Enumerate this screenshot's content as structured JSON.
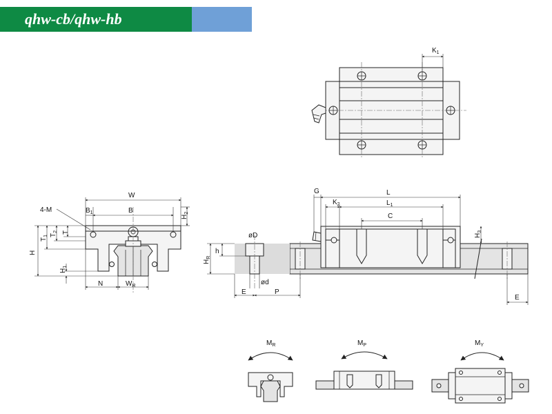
{
  "header": {
    "title": "qhw-cb/qhw-hb",
    "colors": {
      "green": "#0e8a44",
      "blue": "#6fa0d7"
    }
  },
  "dimensions": {
    "K1": "K",
    "K1_sub": "1",
    "W": "W",
    "B1": "B",
    "B1_sub": "1",
    "B": "B",
    "H2": "H",
    "H2_sub": "2",
    "M": "4-M",
    "H": "H",
    "T1": "T",
    "T1_sub": "1",
    "T2": "T",
    "T2_sub": "2",
    "T": "T",
    "H1": "H",
    "H1_sub": "1",
    "N": "N",
    "WR": "W",
    "WR_sub": "R",
    "G": "G",
    "L": "L",
    "K2": "K",
    "K2_sub": "2",
    "L1": "L",
    "L1_sub": "1",
    "C": "C",
    "H3": "H",
    "H3_sub": "3",
    "D": "øD",
    "h": "h",
    "HR": "H",
    "HR_sub": "R",
    "d": "ød",
    "E": "E",
    "P": "P",
    "E2": "E"
  },
  "moments": {
    "MR": "M",
    "MR_sub": "R",
    "MP": "M",
    "MP_sub": "P",
    "MY": "M",
    "MY_sub": "Y"
  }
}
